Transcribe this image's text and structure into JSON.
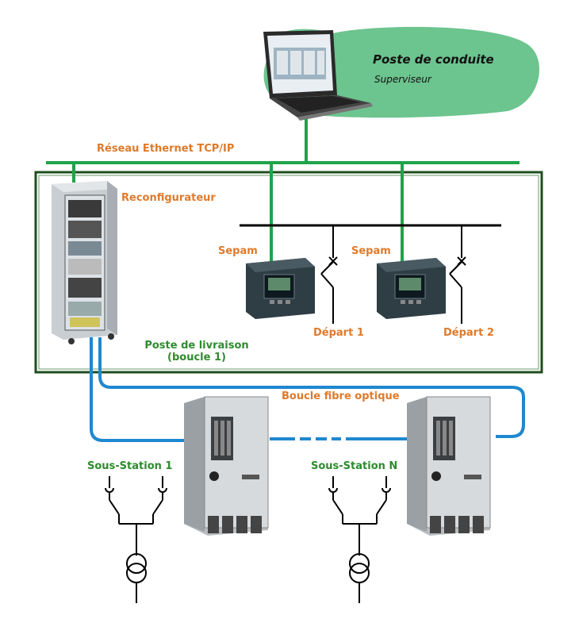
{
  "supervisor": {
    "title": "Poste de conduite",
    "subtitle": "Superviseur"
  },
  "network": {
    "ethernet_label": "Réseau Ethernet TCP/IP"
  },
  "cabinet": {
    "label": "Reconfigurateur"
  },
  "relays": [
    {
      "label": "Sepam",
      "feeder": "Départ 1"
    },
    {
      "label": "Sepam",
      "feeder": "Départ 2"
    }
  ],
  "delivery": {
    "line1": "Poste de livraison",
    "line2": "(boucle 1)"
  },
  "loop": {
    "label": "Boucle fibre optique"
  },
  "substations": [
    {
      "label": "Sous-Station 1"
    },
    {
      "label": "Sous-Station N"
    }
  ],
  "colors": {
    "ethernet": "#1fa34a",
    "fiber": "#1e88d0",
    "cloud": "#6cc48e",
    "frame": "#1f4d1f",
    "orange_text": "#e07a2a",
    "green_text": "#2e8b2e"
  }
}
